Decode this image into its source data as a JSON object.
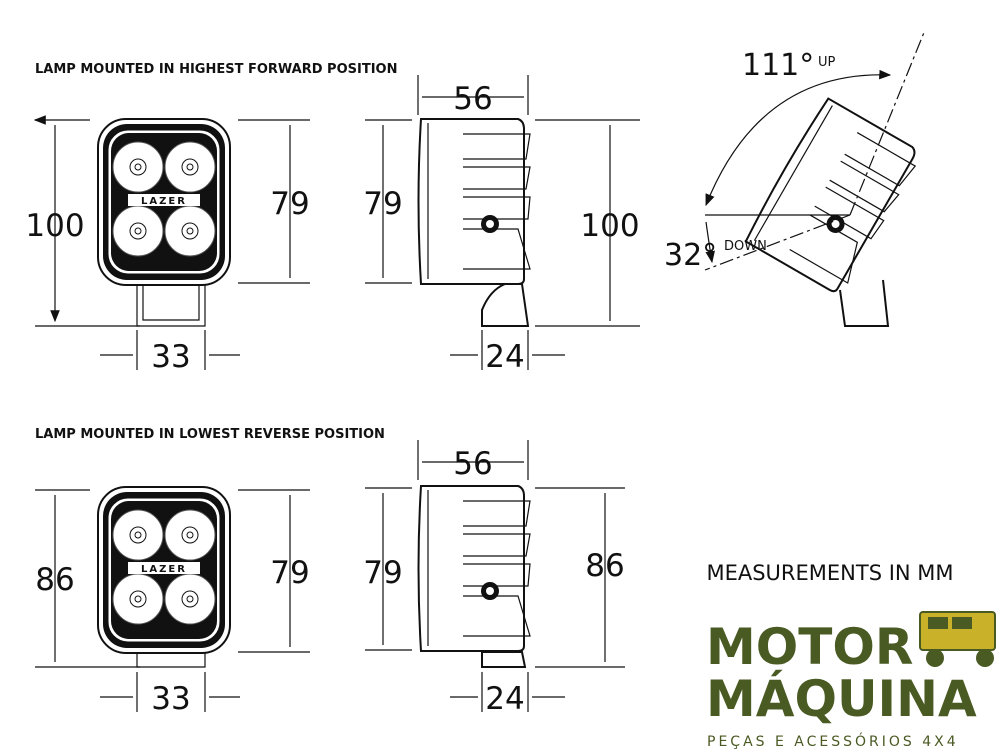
{
  "sections": [
    {
      "caption": "LAMP MOUNTED IN HIGHEST FORWARD POSITION",
      "front_height": "100",
      "front_body": "79",
      "front_bracket_width": "33",
      "side_width": "56",
      "side_body": "79",
      "side_height": "100",
      "side_bracket_width": "24"
    },
    {
      "caption": "LAMP MOUNTED IN LOWEST REVERSE POSITION",
      "front_height": "86",
      "front_body": "79",
      "front_bracket_width": "33",
      "side_width": "56",
      "side_body": "79",
      "side_height": "86",
      "side_bracket_width": "24"
    }
  ],
  "tilt": {
    "up_angle": "111°",
    "up_label": "UP",
    "down_angle": "32°",
    "down_label": "DOWN"
  },
  "lamp_brand": "LAZER",
  "units_note": "MEASUREMENTS IN MM",
  "logo": {
    "line1": "MOTOR",
    "line2": "MÁQUINA",
    "tagline": "PEÇAS E ACESSÓRIOS 4X4",
    "green": "#4a5a23",
    "yellow": "#c9b22a"
  }
}
